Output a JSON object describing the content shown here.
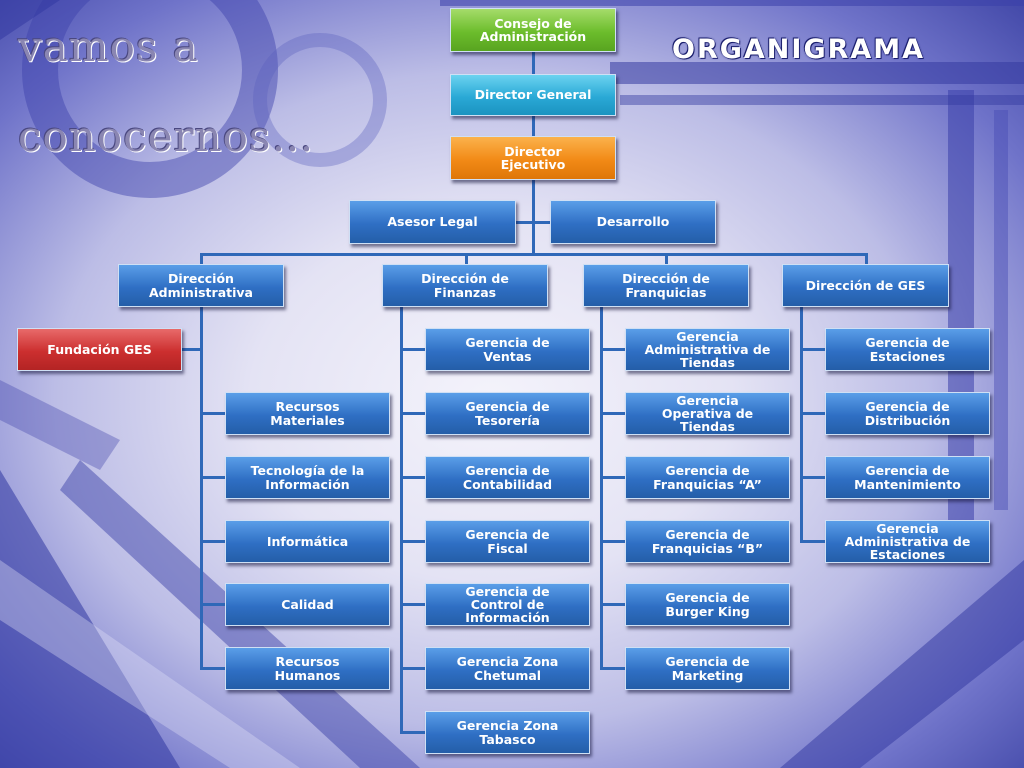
{
  "colors": {
    "box_blue": "#2f6fc4",
    "box_green": "#6cbd2c",
    "box_cyan": "#2aa9d6",
    "box_orange": "#f28a16",
    "box_red": "#cc2f2f",
    "connector": "#2f68b8",
    "background": "#5a5fbf"
  },
  "heading": {
    "line1": "vamos  a",
    "line2": "conocernos…",
    "title": "ORGANIGRAMA"
  },
  "top": {
    "consejo": "Consejo de\nAdministración",
    "director_general": "Director General",
    "director_ejecutivo": "Director\nEjecutivo",
    "asesor_legal": "Asesor Legal",
    "desarrollo": "Desarrollo"
  },
  "fundacion": "Fundación GES",
  "columns": [
    {
      "head": "Dirección\nAdministrativa",
      "items": [
        "Recursos\nMateriales",
        "Tecnología de la\nInformación",
        "Informática",
        "Calidad",
        "Recursos\nHumanos"
      ]
    },
    {
      "head": "Dirección de\nFinanzas",
      "items": [
        "Gerencia de\nVentas",
        "Gerencia de\nTesorería",
        "Gerencia de\nContabilidad",
        "Gerencia de\nFiscal",
        "Gerencia de\nControl de\nInformación",
        "Gerencia Zona\nChetumal",
        "Gerencia Zona\nTabasco"
      ]
    },
    {
      "head": "Dirección de\nFranquicias",
      "items": [
        "Gerencia\nAdministrativa de\nTiendas",
        "Gerencia\nOperativa de\nTiendas",
        "Gerencia de\nFranquicias “A”",
        "Gerencia de\nFranquicias “B”",
        "Gerencia de\nBurger King",
        "Gerencia de\nMarketing"
      ]
    },
    {
      "head": "Dirección de GES",
      "items": [
        "Gerencia de\nEstaciones",
        "Gerencia de\nDistribución",
        "Gerencia de\nMantenimiento",
        "Gerencia\nAdministrativa de\nEstaciones"
      ]
    }
  ]
}
